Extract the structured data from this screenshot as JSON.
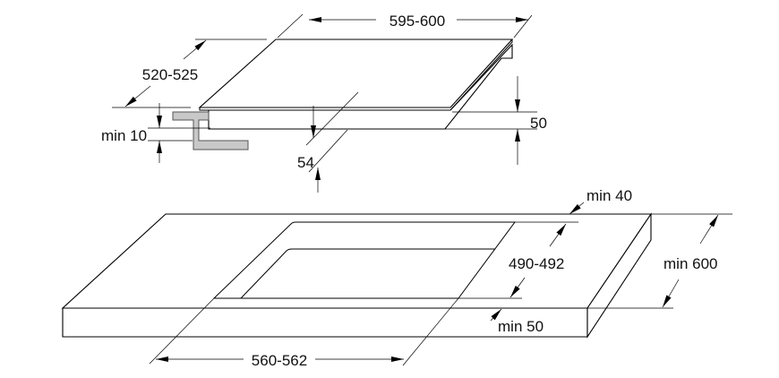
{
  "dimensions": {
    "hob_width": "595-600",
    "hob_depth": "520-525",
    "min_clearance_top": "min 10",
    "hob_height": "50",
    "hob_total_height": "54",
    "min_rear_distance": "min 40",
    "cutout_depth": "490-492",
    "worktop_depth": "min 600",
    "min_front_distance": "min 50",
    "cutout_width": "560-562"
  },
  "colors": {
    "bracket": "#c8c8c8",
    "lines": "#000000"
  }
}
